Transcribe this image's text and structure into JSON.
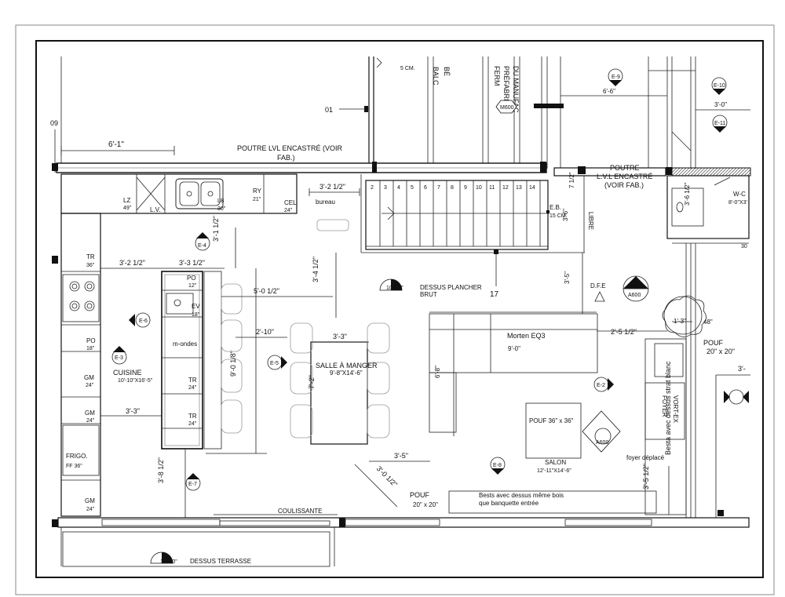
{
  "labels": {
    "grid_09": "09",
    "grid_01": "01",
    "dim_6_1": "6'-1\"",
    "poutre_1": "POUTRE LVL ENCASTRÉ (VOIR",
    "poutre_2": "FAB.)",
    "poutre_r1": "POUTRE",
    "poutre_r2": "L.V.L ENCASTRÉ",
    "poutre_r3": "(VOIR FAB.)",
    "ciment_top": "5 CM.",
    "balc": "BALC",
    "be": "BÉ",
    "ferm1": "FERM",
    "ferm2": "PRÉFABRI",
    "ferm3": "DU MANUFAC",
    "m600": "M600",
    "dim_6_6": "6'-6\"",
    "dim_3_0_top": "3'-0\"",
    "e10": "E-10",
    "e11": "E-11",
    "e9": "E-9",
    "lz": "LZ",
    "lz_size": "49\"",
    "lv": "L.V.",
    "ry": "RY",
    "ry_size": "21\"",
    "lb": "LB",
    "lb_size": "30\"",
    "cel": "CEL",
    "cel_size": "24\"",
    "dim_3_2_half_top": "3'-2 1/2\"",
    "bureau": "bureau",
    "stair_nums": [
      "2",
      "3",
      "4",
      "5",
      "6",
      "7",
      "8",
      "9",
      "10",
      "11",
      "12",
      "13",
      "14"
    ],
    "eb1": "E.B.",
    "eb2": "15 CM.",
    "dim_7_half": "7 1/2\"",
    "dim_3_6": "3'-6\"",
    "libre": "LIBRE",
    "wc": "W-C",
    "wc_size": "8'-0\"X3'",
    "dim_3_6_half": "3'-6 1/2\"",
    "num_30": "30",
    "tr36": "TR",
    "tr36_size": "36\"",
    "e4": "E-4",
    "dim_3_2_half": "3'-2 1/2\"",
    "dim_3_3_half": "3'-3 1/2\"",
    "dim_3_1_half": "3'-1 1/2\"",
    "po12": "PO",
    "po12_size": "12\"",
    "dim_5_0_half": "5'-0 1/2\"",
    "dim_3_4_half": "3'-4 1/2\"",
    "dessus1": "DESSUS PLANCHER",
    "dessus2": "BRUT",
    "dessus_tag": "100'-3\"",
    "num_17": "17",
    "dim_3_5": "3'-5\"",
    "dfe": "D.F.E",
    "a600_tag": "A600",
    "sect_2": "2",
    "ev": "EV",
    "ev_size": "18\"",
    "e6": "E-6",
    "dim_2_10": "2'-10\"",
    "dim_3_3": "3'-3\"",
    "morten": "Morten EQ3",
    "dim_9_0": "9'-0\"",
    "dim_2_5_half": "2'-5 1/2\"",
    "dim_1_3": "1'-3\"",
    "dim_48": "48\"",
    "pouf_r1": "POUF",
    "pouf_r2": "20\" x 20\"",
    "po18": "PO",
    "po18_size": "18\"",
    "ondes": "m-ondes",
    "e3": "E-3",
    "cuisine": "CUISINE",
    "cuisine_size": "10'-10\"X16'-5\"",
    "e5": "E-5",
    "dim_9_0_left": "9'-0 1/8\"",
    "salle1": "SALLE À MANGER",
    "salle2": "9'-8\"X14'-6\"",
    "dim_7_2": "7'-2\"",
    "dim_6_8": "6'-8\"",
    "gm24a": "GM",
    "gm24a_size": "24\"",
    "tr24a": "TR",
    "tr24a_size": "24\"",
    "gm24b": "GM",
    "gm24b_size": "24\"",
    "dim_3_3b": "3'-3\"",
    "tr24b": "TR",
    "tr24b_size": "24\"",
    "pouf_c": "POUF 36\" x 36\"",
    "foyer1": "FOYER",
    "foyer2": "VORT-EX",
    "e2": "E-2",
    "dim_3_minus": "3'-",
    "frigo": "FRIGO.",
    "frigo_size": "FF 36\"",
    "dim_3_8_half": "3'-8 1/2\"",
    "e7": "E-7",
    "dim_3_5b": "3'-5\"",
    "dim_3_0_half": "3'-0 1/2\"",
    "e8": "E-8",
    "salon": "SALON",
    "salon_size": "12'-11\"X14'-6\"",
    "foyer_dep": "foyer déplacé",
    "a600": "A600",
    "dim_3_5_half": "3'-5 1/2\"",
    "besta_v": "Besta avec dessus strat blanc",
    "gm24c": "GM",
    "gm24c_size": "24\"",
    "pouf_b1": "POUF",
    "pouf_b2": "20\" x 20\"",
    "besta1": "Bests avec dessus même bois",
    "besta2": "que banquette entrée",
    "coulissante": "COULISSANTE",
    "terrasse_tag": "100'-0\"",
    "terrasse": "DESSUS TERRASSE"
  }
}
